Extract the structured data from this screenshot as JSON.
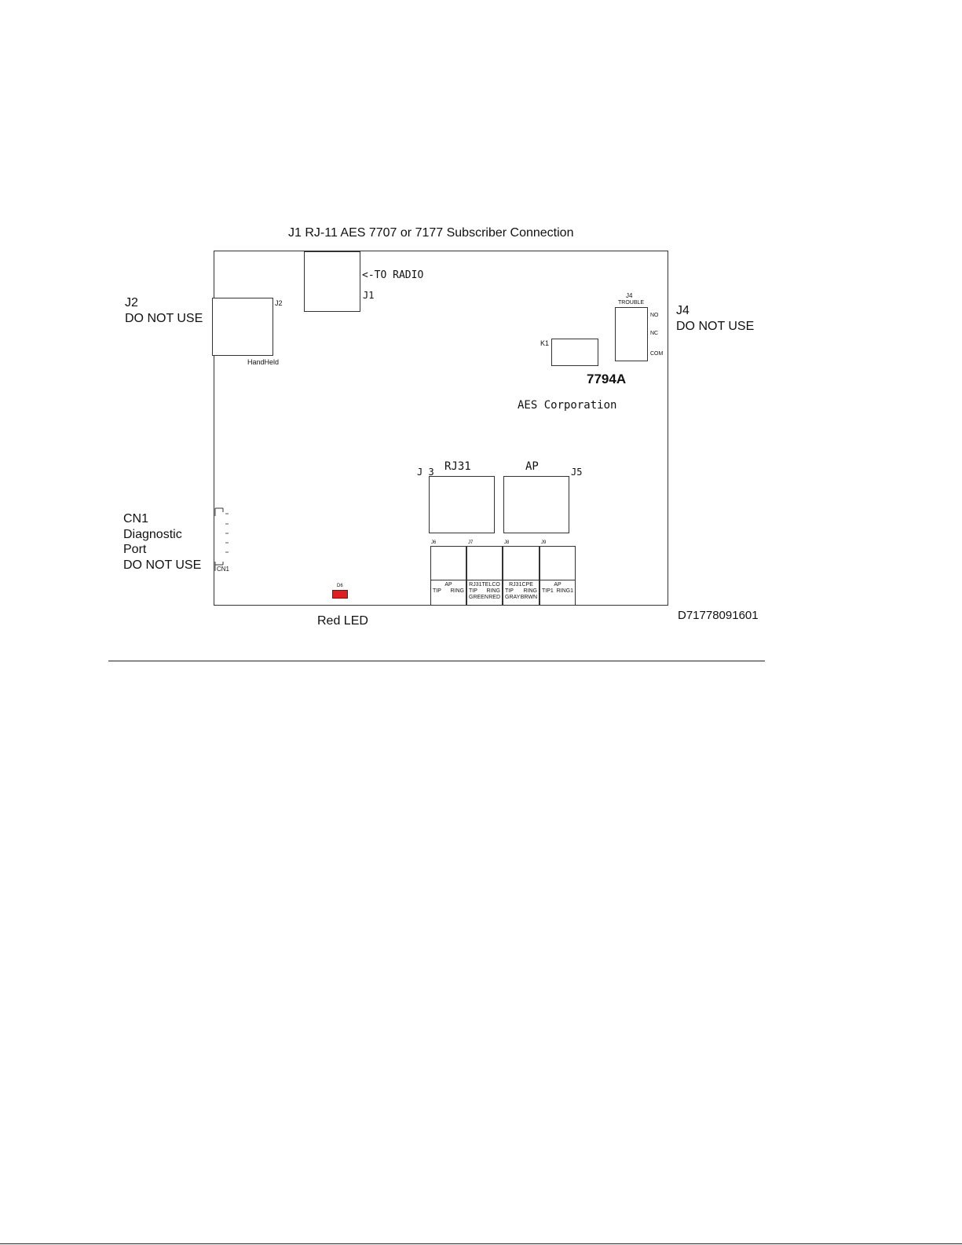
{
  "title": "J1 RJ-11 AES 7707 or 7177 Subscriber Connection",
  "callouts": {
    "j2": [
      "J2",
      "DO NOT USE"
    ],
    "j4": [
      "J4",
      "DO NOT USE"
    ],
    "cn1": [
      "CN1",
      "Diagnostic",
      "Port",
      "DO NOT USE"
    ],
    "red_led": "Red LED",
    "drawing_number": "D71778091601"
  },
  "board": {
    "to_radio": "<-TO RADIO",
    "j1": "J1",
    "j2": "J2",
    "handheld": "HandHeld",
    "j4": "J4",
    "trouble": "TROUBLE",
    "relay_no": "NO",
    "relay_nc": "NC",
    "relay_com": "COM",
    "k1": "K1",
    "model": "7794A",
    "company": "AES Corporation",
    "j3": "J 3",
    "rj31": "RJ31",
    "ap": "AP",
    "j5": "J5",
    "cn1": "CN1",
    "led_ref": "D6",
    "terminals": [
      {
        "ref": "J6",
        "line1": "AP",
        "left2": "TIP",
        "right2": "RING",
        "left3": "",
        "right3": ""
      },
      {
        "ref": "J7",
        "line1": "RJ31TELCO",
        "left2": "TIP",
        "right2": "RING",
        "left3": "GREEN",
        "right3": "RED"
      },
      {
        "ref": "J8",
        "line1": "RJ31CPE",
        "left2": "TIP",
        "right2": "RING",
        "left3": "GRAY",
        "right3": "BRWN"
      },
      {
        "ref": "J9",
        "line1": "AP",
        "left2": "TIP1",
        "right2": "RING1",
        "left3": "",
        "right3": ""
      }
    ]
  },
  "colors": {
    "led": "#e02020",
    "line": "#333333"
  }
}
